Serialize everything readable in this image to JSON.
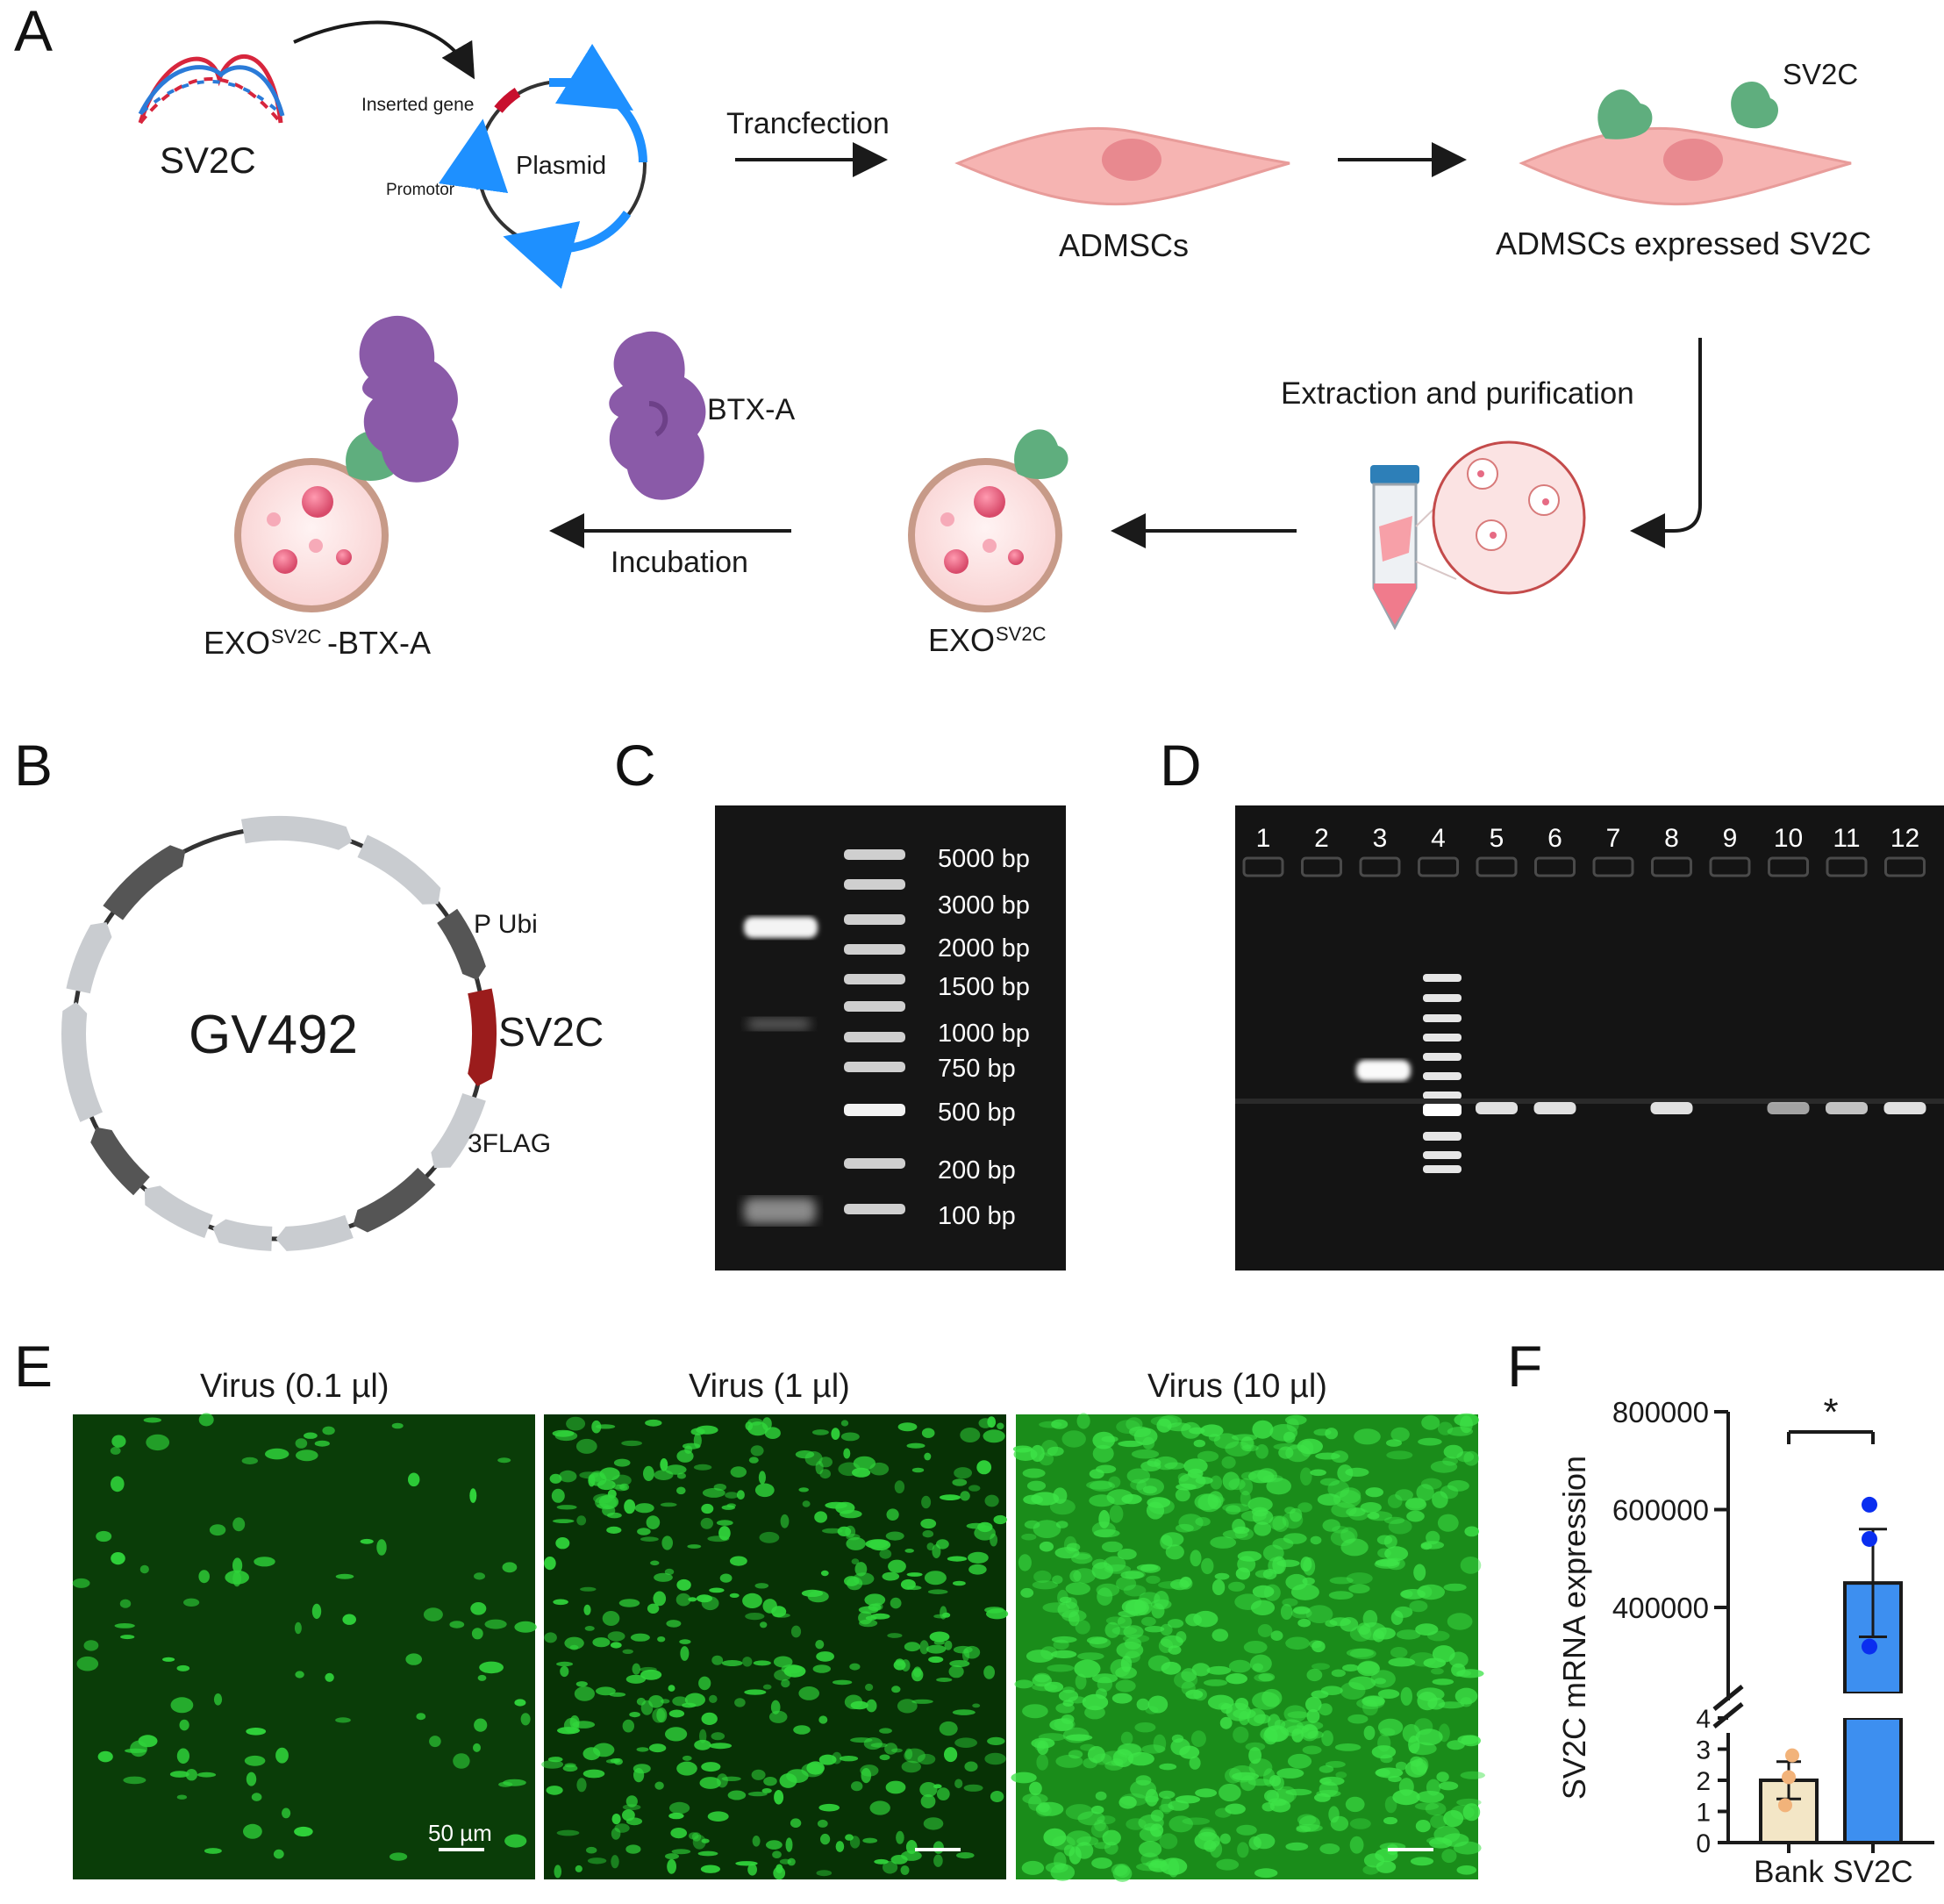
{
  "panel_letters": {
    "a": "A",
    "b": "B",
    "c": "C",
    "d": "D",
    "e": "E",
    "f": "F"
  },
  "panel_a": {
    "gene": "SV2C",
    "inserted_gene": "Inserted gene",
    "promotor": "Promotor",
    "plasmid": "Plasmid",
    "tranfection": "Trancfection",
    "admscs": "ADMSCs",
    "sv2c_protein": "SV2C",
    "admscs_expressed": "ADMSCs expressed SV2C",
    "extraction": "Extraction and purification",
    "exo": "EXO",
    "exo_sup": "SV2C",
    "btxa": "BTX-A",
    "incubation": "Incubation",
    "complex_exo": "EXO",
    "complex_sup": "SV2C",
    "complex_suffix": "-BTX-A",
    "colors": {
      "dna_red": "#d7263d",
      "dna_blue": "#2b7bd8",
      "plasmid_blue": "#1e90ff",
      "cell_pink": "#f4b6b6",
      "protein_green": "#5fae7e",
      "btx_purple": "#8a5aa8"
    }
  },
  "panel_b": {
    "vector": "GV492",
    "features": [
      "P Ubi",
      "SV2C",
      "3FLAG"
    ],
    "colors": {
      "sv2c": "#9b1c1c",
      "dark": "#555555",
      "light": "#c9ccd0"
    }
  },
  "panel_c": {
    "ladder": [
      "5000 bp",
      "3000 bp",
      "2000 bp",
      "1500 bp",
      "1000 bp",
      "750 bp",
      "500 bp",
      "200 bp",
      "100 bp"
    ]
  },
  "panel_d": {
    "lanes": [
      "1",
      "2",
      "3",
      "4",
      "5",
      "6",
      "7",
      "8",
      "9",
      "10",
      "11",
      "12"
    ]
  },
  "panel_e": {
    "titles": [
      "Virus (0.1 µl)",
      "Virus (1 µl)",
      "Virus (10 µl)"
    ],
    "scale_bar": "50 µm",
    "fluor_color": "#1fcf2a"
  },
  "chart_data": {
    "type": "bar",
    "ylabel": "SV2C mRNA expression",
    "categories": [
      "Bank",
      "SV2C"
    ],
    "values": [
      2,
      450000
    ],
    "errors": [
      0.6,
      110000
    ],
    "points": [
      [
        1.2,
        2.1,
        2.8
      ],
      [
        320000,
        540000,
        610000
      ]
    ],
    "y_ticks_upper": [
      "400000",
      "600000",
      "800000"
    ],
    "y_ticks_lower": [
      "0",
      "1",
      "2",
      "3",
      "4"
    ],
    "y_break": true,
    "significance": "*",
    "colors": [
      "#f3e6c6",
      "#3d8ff0"
    ],
    "point_colors": [
      "#f2b37a",
      "#0a2ef0"
    ]
  }
}
